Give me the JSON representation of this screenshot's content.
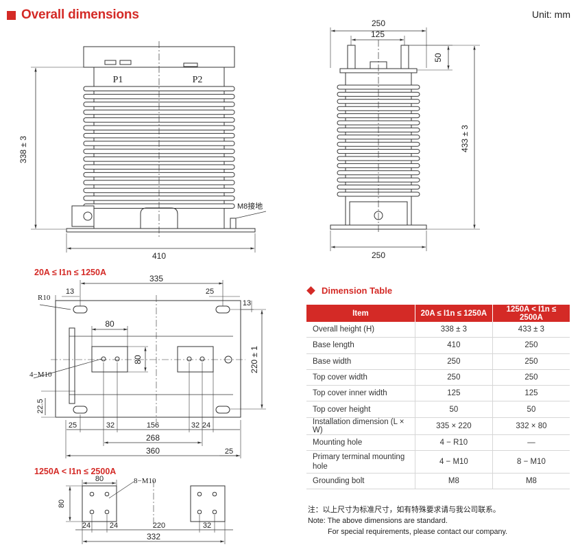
{
  "header": {
    "title": "Overall dimensions",
    "unit": "Unit:  mm"
  },
  "front_view": {
    "height_dim": "338 ± 3",
    "base_dim": "410",
    "terminal_p1": "P1",
    "terminal_p2": "P2",
    "ground_label": "M8接地"
  },
  "side_view": {
    "top_width": "250",
    "inner_width": "125",
    "cover_height": "50",
    "height_dim": "433 ± 3",
    "base_width": "250"
  },
  "plan_view_1": {
    "range_label": "20A ≤ I1n ≤ 1250A",
    "d335": "335",
    "d13": "13",
    "d25": "25",
    "r10": "R10",
    "d80w": "80",
    "d80h": "80",
    "d220": "220 ± 1",
    "m10": "4−M10",
    "d22_5": "22.5",
    "d25b": "25",
    "d32a": "32",
    "d156": "156",
    "d32b": "32",
    "d24": "24",
    "d268": "268",
    "d360": "360",
    "d25r": "25"
  },
  "plan_view_2": {
    "range_label": "1250A < I1n ≤ 2500A",
    "d80w": "80",
    "d80h": "80",
    "m10": "8−M10",
    "d24a": "24",
    "d24b": "24",
    "d220": "220",
    "d32": "32",
    "d332": "332"
  },
  "dimension_table": {
    "title": "Dimension Table",
    "columns": [
      "Item",
      "20A ≤ I1n ≤ 1250A",
      "1250A < I1n ≤ 2500A"
    ],
    "rows": [
      [
        "Overall height (H)",
        "338 ± 3",
        "433 ± 3"
      ],
      [
        "Base length",
        "410",
        "250"
      ],
      [
        "Base width",
        "250",
        "250"
      ],
      [
        "Top cover width",
        "250",
        "250"
      ],
      [
        "Top cover inner width",
        "125",
        "125"
      ],
      [
        "Top cover height",
        "50",
        "50"
      ],
      [
        "Installation dimension (L × W)",
        "335 × 220",
        "332 × 80"
      ],
      [
        "Mounting hole",
        "4 − R10",
        "—"
      ],
      [
        "Primary terminal mounting hole",
        "4 − M10",
        "8 − M10"
      ],
      [
        "Grounding bolt",
        "M8",
        "M8"
      ]
    ]
  },
  "notes": {
    "cn": "注：以上尺寸为标准尺寸，如有特殊要求请与我公司联系。",
    "en1": "Note: The above dimensions are standard.",
    "en2": "For special requirements, please contact our company."
  },
  "colors": {
    "accent": "#d42a26",
    "line": "#333333"
  }
}
